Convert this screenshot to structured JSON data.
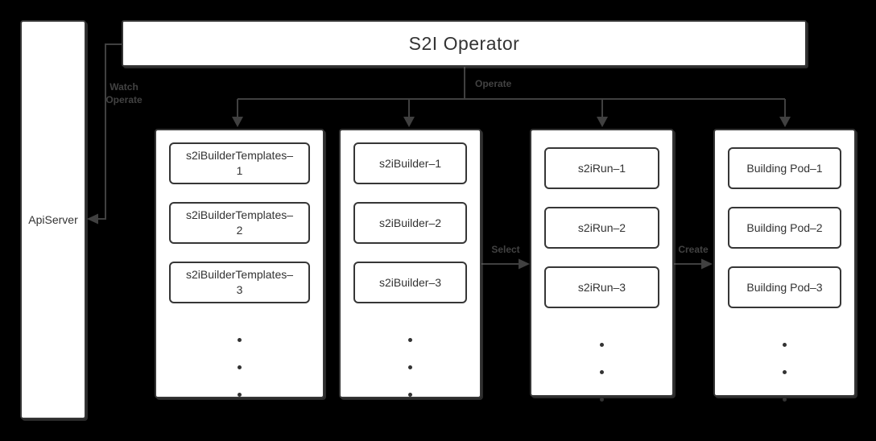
{
  "title": "S2I Operator",
  "api_server": "ApiServer",
  "edge_labels": {
    "watch": "Watch\nOperate",
    "operate": "Operate",
    "select": "Select",
    "create": "Create"
  },
  "columns": [
    {
      "items": [
        "s2iBuilderTemplates–\n1",
        "s2iBuilderTemplates–\n2",
        "s2iBuilderTemplates–\n3"
      ]
    },
    {
      "items": [
        "s2iBuilder–1",
        "s2iBuilder–2",
        "s2iBuilder–3"
      ]
    },
    {
      "items": [
        "s2iRun–1",
        "s2iRun–2",
        "s2iRun–3"
      ]
    },
    {
      "items": [
        "Building Pod–1",
        "Building Pod–2",
        "Building Pod–3"
      ]
    }
  ],
  "colors": {
    "background": "#000000",
    "box_fill": "#ffffff",
    "box_border": "#363636",
    "text": "#333333",
    "connector": "#404040"
  }
}
